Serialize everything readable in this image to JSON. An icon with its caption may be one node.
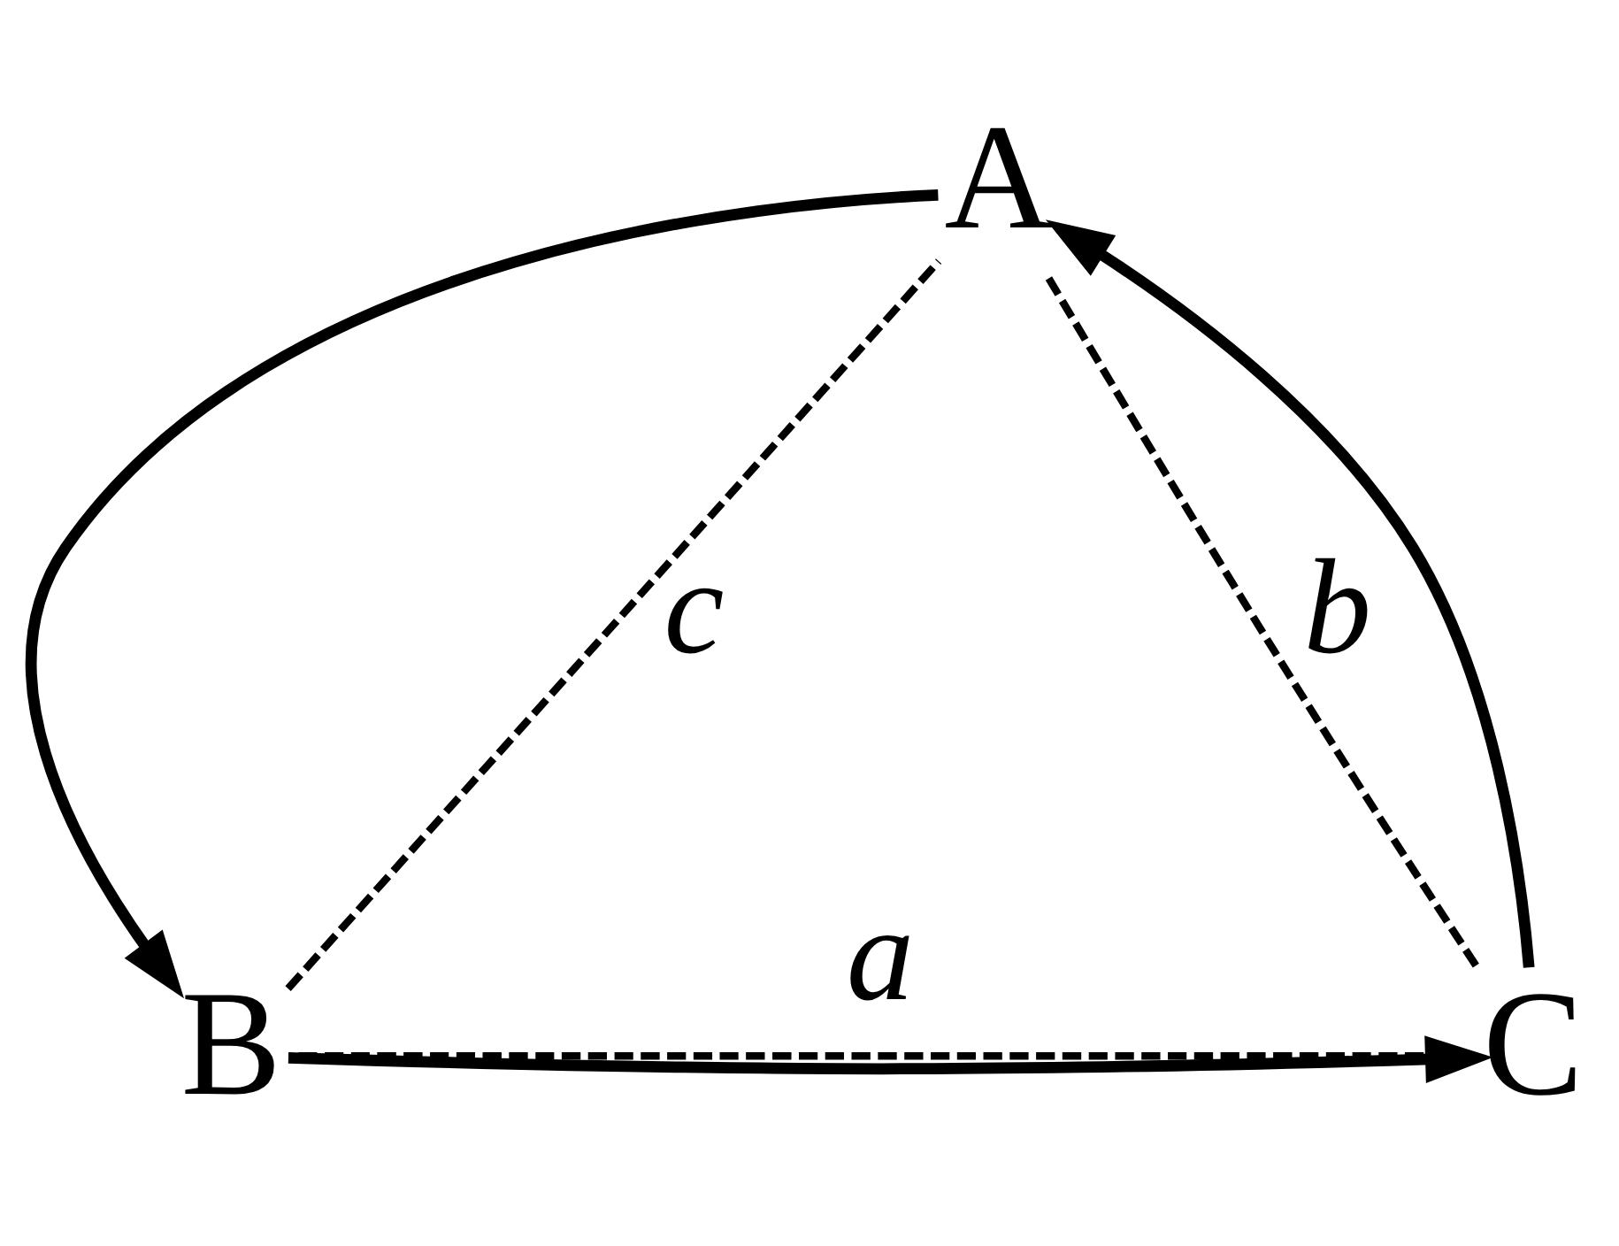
{
  "diagram": {
    "nodes": [
      {
        "text": [
          "A"
        ]
      },
      {
        "text": [
          "B"
        ]
      },
      {
        "text": [
          "C"
        ]
      }
    ],
    "edges": [
      {
        "from": 0,
        "to": 1,
        "arrow": "to"
      },
      {
        "from": 1,
        "to": 2,
        "arrow": "to"
      },
      {
        "from": 2,
        "to": 0,
        "arrow": "to"
      },
      {
        "from": 1,
        "to": 0,
        "arrow": "none",
        "style": "dashed",
        "label": "c"
      },
      {
        "from": 0,
        "to": 2,
        "arrow": "none",
        "style": "dashed",
        "label": "b"
      },
      {
        "from": 2,
        "to": 1,
        "arrow": "none",
        "style": "dashed",
        "label": "a"
      }
    ]
  }
}
